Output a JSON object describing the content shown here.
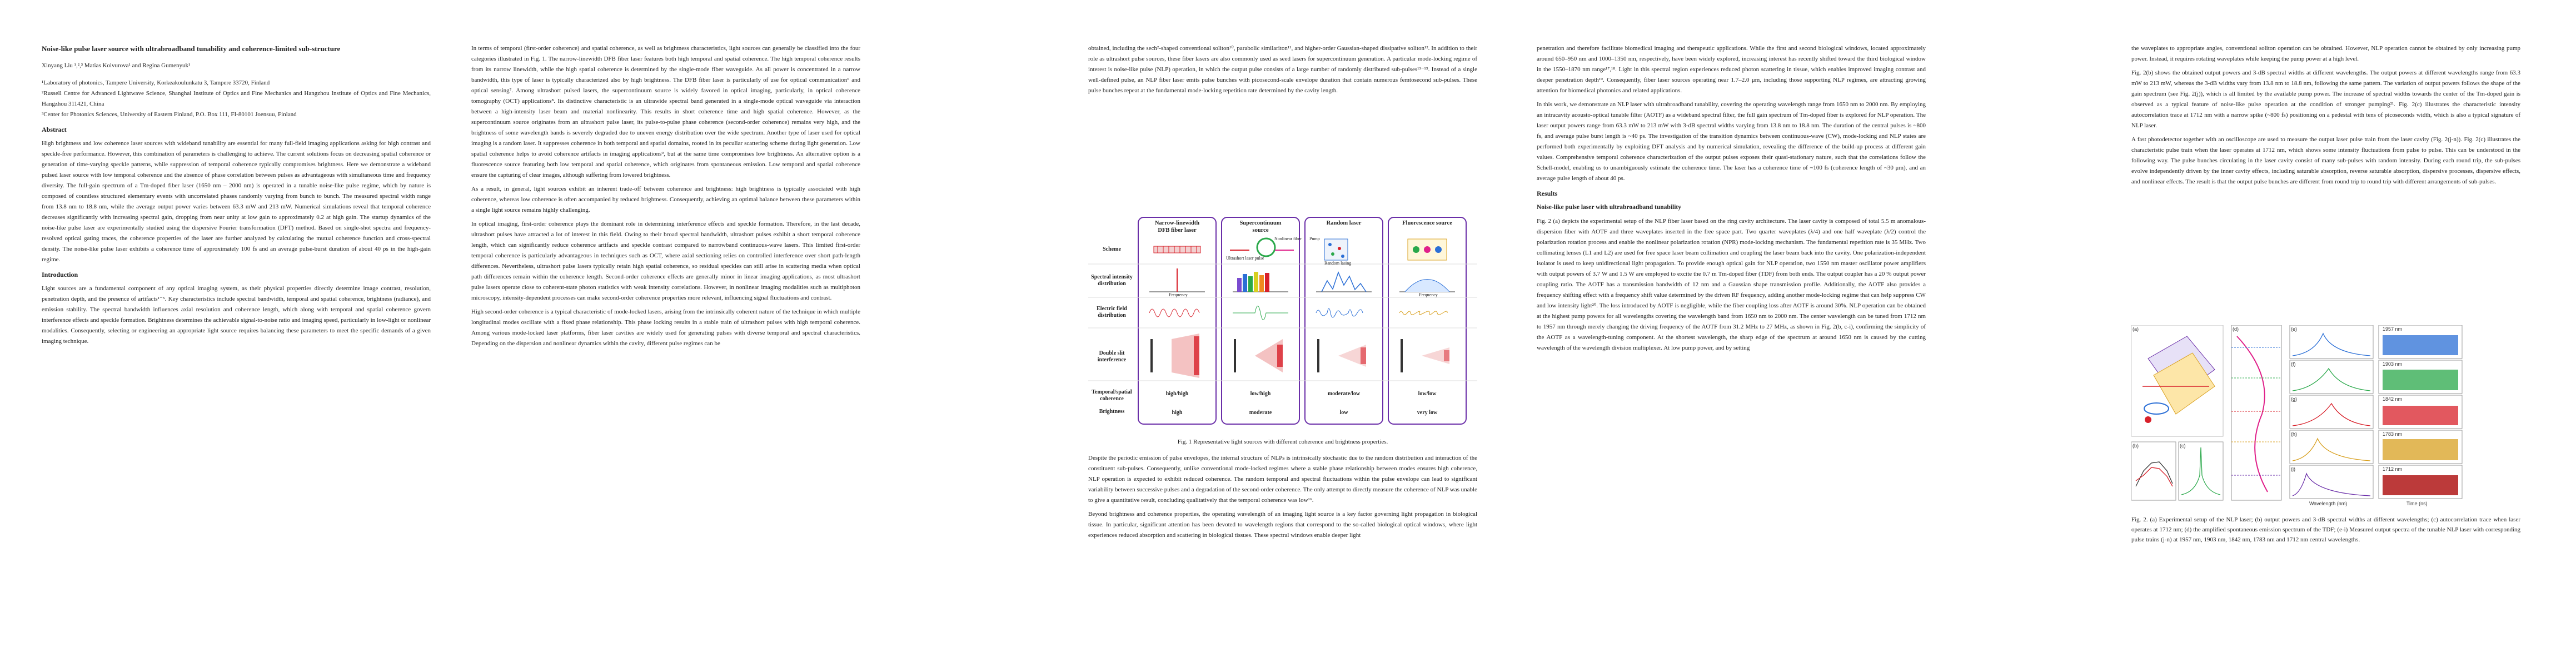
{
  "paper": {
    "title": "Noise-like pulse laser source with ultrabroadband tunability and coherence-limited sub-structure",
    "authors": "Xinyang Liu ¹,²,³ Matias Koivurova¹ and Regina Gumenyuk¹",
    "affiliations": [
      "¹Laboratory of photonics, Tampere University, Korkeakoulunkatu 3, Tampere 33720, Finland",
      "²Russell Centre for Advanced Lightwave Science, Shanghai Institute of Optics and Fine Mechanics and Hangzhou Institute of Optics and Fine Mechanics, Hangzhou 311421, China",
      "³Center for Photonics Sciences, University of Eastern Finland, P.O. Box 111, FI-80101 Joensuu, Finland"
    ],
    "abstract_heading": "Abstract",
    "abstract": "High brightness and low coherence laser sources with wideband tunability are essential for many full-field imaging applications asking for high contrast and speckle-free performance. However, this combination of parameters is challenging to achieve. The current solutions focus on decreasing spatial coherence or generation of time-varying speckle patterns, while suppression of temporal coherence typically compromises brightness. Here we demonstrate a wideband pulsed laser source with low temporal coherence and the absence of phase correlation between pulses as advantageous with simultaneous time and frequency diversity. The full-gain spectrum of a Tm-doped fiber laser (1650 nm – 2000 nm) is operated in a tunable noise-like pulse regime, which by nature is composed of countless structured elementary events with uncorrelated phases randomly varying from bunch to bunch. The measured spectral width range from 13.8 nm to 18.8 nm, while the average output power varies between 63.3 mW and 213 mW. Numerical simulations reveal that temporal coherence decreases significantly with increasing spectral gain, dropping from near unity at low gain to approximately 0.2 at high gain. The startup dynamics of the noise-like pulse laser are experimentally studied using the dispersive Fourier transformation (DFT) method. Based on single-shot spectra and frequency-resolved optical gating traces, the coherence properties of the laser are further analyzed by calculating the mutual coherence function and cross-spectral density. The noise-like pulse laser exhibits a coherence time of approximately 100 fs and an average pulse-burst duration of about 40 ps in the high-gain regime.",
    "intro_heading": "Introduction",
    "col1_intro": "Light sources are a fundamental component of any optical imaging system, as their physical properties directly determine image contrast, resolution, penetration depth, and the presence of artifacts¹⁻⁵. Key characteristics include spectral bandwidth, temporal and spatial coherence, brightness (radiance), and emission stability. The spectral bandwidth influences axial resolution and coherence length, which along with temporal and spatial coherence govern interference effects and speckle formation. Brightness determines the achievable signal-to-noise ratio and imaging speed, particularly in low-light or nonlinear modalities. Consequently, selecting or engineering an appropriate light source requires balancing these parameters to meet the specific demands of a given imaging technique.",
    "col2": [
      "In terms of temporal (first-order coherence) and spatial coherence, as well as brightness characteristics, light sources can generally be classified into the four categories illustrated in Fig. 1. The narrow-linewidth DFB fiber laser features both high temporal and spatial coherence. The high temporal coherence results from its narrow linewidth, while the high spatial coherence is determined by the single-mode fiber waveguide. As all power is concentrated in a narrow bandwidth, this type of laser is typically characterized also by high brightness. The DFB fiber laser is particularly of use for optical communication⁶ and optical sensing⁷. Among ultrashort pulsed lasers, the supercontinuum source is widely favored in optical imaging, particularly, in optical coherence tomography (OCT) applications⁸. Its distinctive characteristic is an ultrawide spectral band generated in a single-mode optical waveguide via interaction between a high-intensity laser beam and material nonlinearity. This results in short coherence time and high spatial coherence. However, as the supercontinuum source originates from an ultrashort pulse laser, its pulse-to-pulse phase coherence (second-order coherence) remains very high, and the brightness of some wavelength bands is severely degraded due to uneven energy distribution over the wide spectrum. Another type of laser used for optical imaging is a random laser. It suppresses coherence in both temporal and spatial domains, rooted in its peculiar scattering scheme during light generation. Low spatial coherence helps to avoid coherence artifacts in imaging applications⁹, but at the same time compromises low brightness. An alternative option is a fluorescence source featuring both low temporal and spatial coherence, which originates from spontaneous emission. Low temporal and spatial coherence ensure the capturing of clear images, although suffering from lowered brightness.",
      "As a result, in general, light sources exhibit an inherent trade-off between coherence and brightness: high brightness is typically associated with high coherence, whereas low coherence is often accompanied by reduced brightness. Consequently, achieving an optimal balance between these parameters within a single light source remains highly challenging.",
      "In optical imaging, first-order coherence plays the dominant role in determining interference effects and speckle formation. Therefore, in the last decade, ultrashort pulses have attracted a lot of interest in this field. Owing to their broad spectral bandwidth, ultrashort pulses exhibit a short temporal coherence length, which can significantly reduce coherence artifacts and speckle contrast compared to narrowband continuous-wave lasers. This limited first-order temporal coherence is particularly advantageous in techniques such as OCT, where axial sectioning relies on controlled interference over short path-length differences. Nevertheless, ultrashort pulse lasers typically retain high spatial coherence, so residual speckles can still arise in scattering media when optical path differences remain within the coherence length. Second-order coherence effects are generally minor in linear imaging applications, as most ultrashort pulse lasers operate close to coherent-state photon statistics with weak intensity correlations. However, in nonlinear imaging modalities such as multiphoton microscopy, intensity-dependent processes can make second-order coherence properties more relevant, influencing signal fluctuations and contrast.",
      "High second-order coherence is a typical characteristic of mode-locked lasers, arising from the intrinsically coherent nature of the technique in which multiple longitudinal modes oscillate with a fixed phase relationship. This phase locking results in a stable train of ultrashort pulses with high temporal coherence. Among various mode-locked laser platforms, fiber laser cavities are widely used for generating pulses with diverse temporal and spectral characteristics. Depending on the dispersion and nonlinear dynamics within the cavity, different pulse regimes can be"
    ],
    "col3_top": "obtained, including the sech²-shaped conventional soliton¹⁰, parabolic similariton¹¹, and higher-order Gaussian-shaped dissipative soliton¹². In addition to their role as ultrashort pulse sources, these fiber lasers are also commonly used as seed lasers for supercontinuum generation. A particular mode-locking regime of interest is noise-like pulse (NLP) operation, in which the output pulse consists of a large number of randomly distributed sub-pulses¹³⁻¹⁵. Instead of a single well-defined pulse, an NLP fiber laser emits pulse bunches with picosecond-scale envelope duration that contain numerous femtosecond sub-pulses. These pulse bunches repeat at the fundamental mode-locking repetition rate determined by the cavity length.",
    "col3_bottom": [
      "Despite the periodic emission of pulse envelopes, the internal structure of NLPs is intrinsically stochastic due to the random distribution and interaction of the constituent sub-pulses. Consequently, unlike conventional mode-locked regimes where a stable phase relationship between modes ensures high coherence, NLP operation is expected to exhibit reduced coherence. The random temporal and spectral fluctuations within the pulse envelope can lead to significant variability between successive pulses and a degradation of the second-order coherence. The only attempt to directly measure the coherence of NLP was unable to give a quantitative result, concluding qualitatively that the temporal coherence was low¹⁶.",
      "Beyond brightness and coherence properties, the operating wavelength of an imaging light source is a key factor governing light propagation in biological tissue. In particular, significant attention has been devoted to wavelength regions that correspond to the so-called biological optical windows, where light experiences reduced absorption and scattering in biological tissues. These spectral windows enable deeper light"
    ],
    "col4": [
      "penetration and therefore facilitate biomedical imaging and therapeutic applications. While the first and second biological windows, located approximately around 650–950 nm and 1000–1350 nm, respectively, have been widely explored, increasing interest has recently shifted toward the third biological window in the 1550–1870 nm range¹⁷,¹⁸. Light in this spectral region experiences reduced photon scattering in tissue, which enables improved imaging contrast and deeper penetration depth¹⁹. Consequently, fiber laser sources operating near 1.7–2.0 μm, including those supporting NLP regimes, are attracting growing attention for biomedical photonics and related applications.",
      "In this work, we demonstrate an NLP laser with ultrabroadband tunability, covering the operating wavelength range from 1650 nm to 2000 nm. By employing an intracavity acousto-optical tunable filter (AOTF) as a wideband spectral filter, the full gain spectrum of Tm-doped fiber is explored for NLP operation. The laser output powers range from 63.3 mW to 213 mW with 3-dB spectral widths varying from 13.8 nm to 18.8 nm. The duration of the central pulses is ~800 fs, and average pulse burst length is ~40 ps. The investigation of the transition dynamics between continuous-wave (CW), mode-locking and NLP states are performed both experimentally by exploiting DFT analysis and by numerical simulation, revealing the difference of the build-up process at different gain values. Comprehensive temporal coherence characterization of the output pulses exposes their quasi-stationary nature, such that the correlations follow the Schell-model, enabling us to unambiguously estimate the coherence time. The laser has a coherence time of ~100 fs (coherence length of ~30 μm), and an average pulse length of about 40 ps."
    ],
    "results_heading": "Results",
    "results_sub": "Noise-like pulse laser with ultrabroadband tunability",
    "col4_results": "Fig. 2 (a) depicts the experimental setup of the NLP fiber laser based on the ring cavity architecture. The laser cavity is composed of total 5.5 m anomalous-dispersion fiber with AOTF and three waveplates inserted in the free space part. Two quarter waveplates (λ/4) and one half waveplate (λ/2) control the polarization rotation process and enable the nonlinear polarization rotation (NPR) mode-locking mechanism. The fundamental repetition rate is 35 MHz. Two collimating lenses (L1 and L2) are used for free space laser beam collimation and coupling the laser beam back into the cavity. One polarization-independent isolator is used to keep unidirectional light propagation. To provide enough optical gain for NLP operation, two 1550 nm master oscillator power amplifiers with output powers of 3.7 W and 1.5 W are employed to excite the 0.7 m Tm-doped fiber (TDF) from both ends. The output coupler has a 20 % output power coupling ratio. The AOTF has a transmission bandwidth of 12 nm and a Gaussian shape transmission profile. Additionally, the AOTF also provides a frequency shifting effect with a frequency shift value determined by the driven RF frequency, adding another mode-locking regime that can help suppress CW and low intensity light²⁰. The loss introduced by AOTF is negligible, while the fiber coupling loss after AOTF is around 30%. NLP operation can be obtained at the highest pump powers for all wavelengths covering the wavelength band from 1650 nm to 2000 nm. The center wavelength can be tuned from 1712 nm to 1957 nm through merely changing the driving frequency of the AOTF from 31.2 MHz to 27 MHz, as shown in Fig. 2(b, c-i), confirming the simplicity of the AOTF as a wavelength-tuning component. At the shortest wavelength, the sharp edge of the spectrum at around 1650 nm is caused by the cutting wavelength of the wavelength division multiplexer. At low pump power, and by setting",
    "col5": [
      "the waveplates to appropriate angles, conventional soliton operation can be obtained. However, NLP operation cannot be obtained by only increasing pump power. Instead, it requires rotating waveplates while keeping the pump power at a high level.",
      "Fig. 2(b) shows the obtained output powers and 3-dB spectral widths at different wavelengths. The output powers at different wavelengths range from 63.3 mW to 213 mW, whereas the 3-dB widths vary from 13.8 nm to 18.8 nm, following the same pattern. The variation of output powers follows the shape of the gain spectrum (see Fig. 2(j)), which is all limited by the available pump power. The increase of spectral widths towards the center of the Tm-doped gain is observed as a typical feature of noise-like pulse operation at the condition of stronger pumping²¹. Fig. 2(c) illustrates the characteristic intensity autocorrelation trace at 1712 nm with a narrow spike (~800 fs) positioning on a pedestal with tens of picoseconds width, which is also a typical signature of NLP laser.",
      "A fast photodetector together with an oscilloscope are used to measure the output laser pulse train from the laser cavity (Fig. 2(j-n)). Fig. 2(c) illustrates the characteristic pulse train when the laser operates at 1712 nm, which shows some intensity fluctuations from pulse to pulse. This can be understood in the following way. The pulse bunches circulating in the laser cavity consist of many sub-pulses with random intensity. During each round trip, the sub-pulses evolve independently driven by the inner cavity effects, including saturable absorption, reverse saturable absorption, dispersive processes, dispersive effects, and nonlinear effects. The result is that the output pulse bunches are different from round trip to round trip with different arrangements of sub-pulses."
    ],
    "fig1": {
      "headers": [
        "Narrow-linewidth DFB fiber laser",
        "Supercontinuum source",
        "Random laser",
        "Fluorescence source"
      ],
      "rows": [
        "Scheme",
        "Spectral intensity distribution",
        "Electric field distribution",
        "Double slit interference",
        "Temporal/spatial coherence",
        "Brightness"
      ],
      "coherence": [
        "high/high",
        "low/high",
        "moderate/low",
        "low/low"
      ],
      "brightness": [
        "high",
        "moderate",
        "low",
        "very low"
      ],
      "scheme_labels": [
        "Ultrashort laser pulse",
        "Nonlinear fiber",
        "Pump",
        "Random lasing",
        "Frequency",
        "Frequency"
      ],
      "caption": "Fig. 1 Representative light sources with different coherence and brightness properties."
    },
    "fig2": {
      "caption": "Fig. 2. (a) Experimental setup of the NLP laser; (b) output powers and 3-dB spectral widths at different wavelengths; (c) autocorrelation trace when laser operates at 1712 nm; (d) the amplified spontaneous emission spectrum of the TDF; (e-i) Measured output spectra of the tunable NLP laser with corresponding pulse trains (j-n) at 1957 nm, 1903 nm, 1842 nm, 1783 nm and 1712 nm central wavelengths.",
      "panel_labels": [
        "(a)",
        "(b)",
        "(c)",
        "(d)",
        "(e)",
        "(f)",
        "(g)",
        "(h)",
        "(i)"
      ],
      "wavelength_tags": [
        "1957 nm",
        "1903 nm",
        "1842 nm",
        "1783 nm",
        "1712 nm"
      ],
      "axis_wavelength": "Wavelength (nm)",
      "axis_time": "Time (ns)"
    },
    "colors": {
      "frame": "#6a2ea8",
      "red": "#d8202a",
      "magenta": "#e0218a",
      "green": "#2aa84a",
      "blue": "#2b6fd6"
    }
  }
}
